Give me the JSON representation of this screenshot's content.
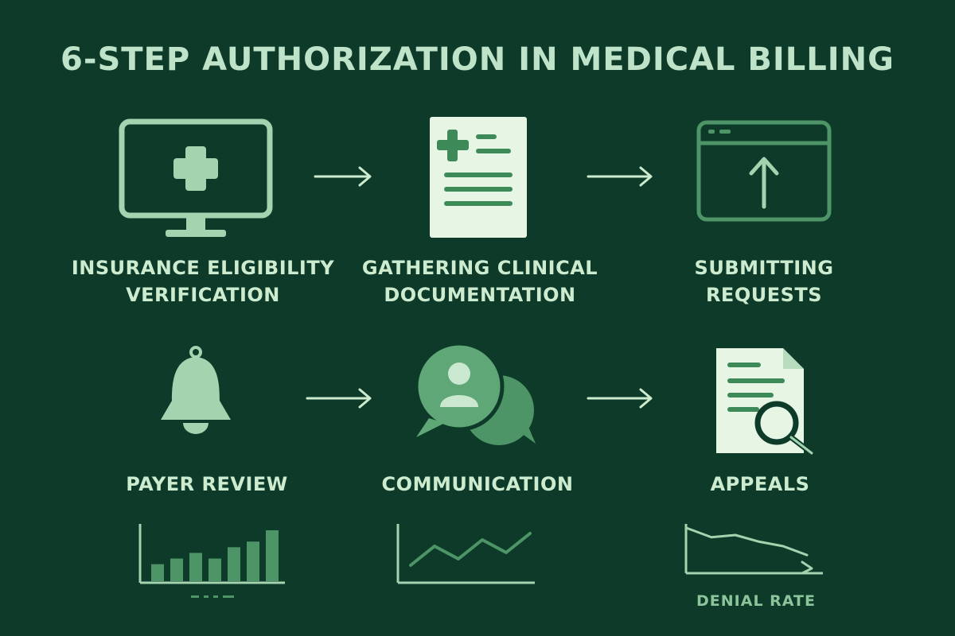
{
  "title": "6-STEP AUTHORIZATION IN MEDICAL BILLING",
  "steps": [
    {
      "line1": "INSURANCE ELIGIBILITY",
      "line2": "VERIFICATION"
    },
    {
      "line1": "GATHERING CLINICAL",
      "line2": "DOCUMENTATION"
    },
    {
      "line1": "SUBMITTING",
      "line2": "REQUESTS"
    },
    {
      "line1": "PAYER REVIEW",
      "line2": ""
    },
    {
      "line1": "COMMUNICATION",
      "line2": ""
    },
    {
      "line1": "APPEALS",
      "line2": ""
    }
  ],
  "icons": [
    "monitor-medical-icon",
    "clinical-document-icon",
    "upload-window-icon",
    "bell-icon",
    "chat-user-icon",
    "document-search-icon"
  ],
  "charts": {
    "bar": {
      "values": [
        3,
        4,
        5,
        4,
        6,
        7,
        9
      ]
    },
    "line": {
      "values": [
        2,
        5,
        3,
        6,
        4,
        7
      ]
    },
    "denial": {
      "label": "DENIAL RATE",
      "values": [
        9,
        7,
        7.5,
        6,
        5,
        3
      ]
    }
  },
  "colors": {
    "background": "#0d3a29",
    "light": "#a3d3af",
    "medium": "#4d9566",
    "text": "#cdeccf"
  }
}
